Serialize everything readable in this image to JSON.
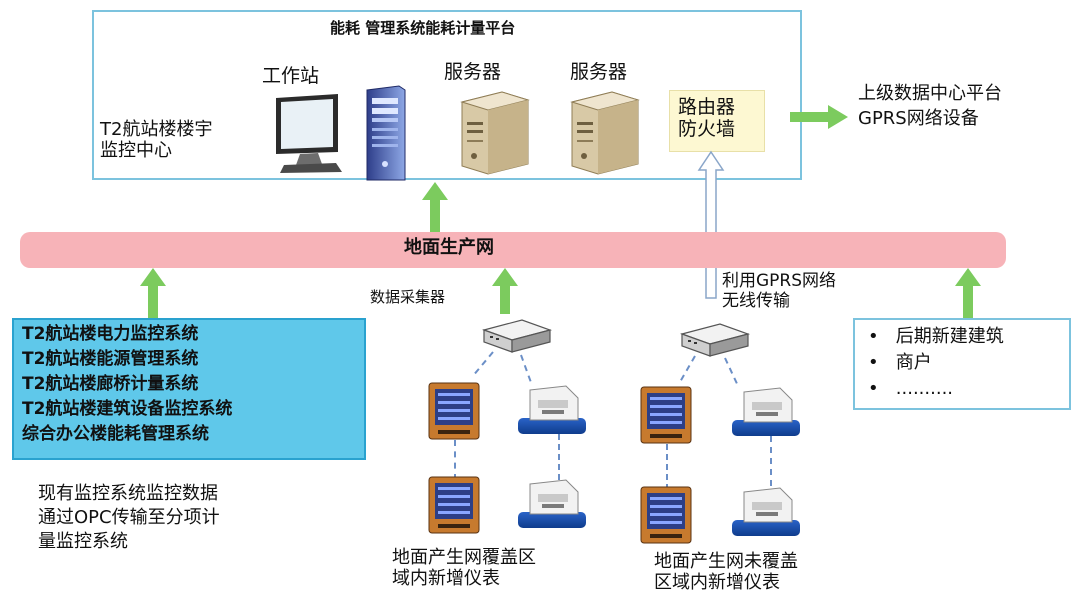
{
  "platform": {
    "title": "能耗 管理系统能耗计量平台",
    "workstation_label": "工作站",
    "server1_label": "服务器",
    "server2_label": "服务器",
    "router_line1": "路由器",
    "router_line2": "防火墙",
    "center_line1": "T2航站楼楼宇",
    "center_line2": "监控中心"
  },
  "upstream": {
    "line1": "上级数据中心平台",
    "line2": "GPRS网络设备"
  },
  "network": {
    "label": "地面生产网"
  },
  "collector": {
    "label": "数据采集器"
  },
  "gprs": {
    "line1": "利用GPRS网络",
    "line2": "无线传输"
  },
  "legacy_systems": {
    "items": [
      "T2航站楼电力监控系统",
      "T2航站楼能源管理系统",
      "T2航站楼廊桥计量系统",
      "T2航站楼建筑设备监控系统",
      "综合办公楼能耗管理系统"
    ],
    "note_line1": "现有监控系统监控数据",
    "note_line2": "通过OPC传输至分项计",
    "note_line3": "量监控系统"
  },
  "future": {
    "bullet": "•",
    "items": [
      "后期新建建筑",
      "商户",
      ".........."
    ]
  },
  "meters_covered": {
    "line1": "地面产生网覆盖区",
    "line2": "域内新增仪表"
  },
  "meters_uncovered": {
    "line1": "地面产生网未覆盖",
    "line2": "区域内新增仪表"
  },
  "colors": {
    "arrow": "#7ccb5e",
    "network_bar": "#f7b3b8",
    "legacy_box": "#5fc8ea",
    "platform_border": "#7cc3de",
    "router_bg": "#fdf8d2"
  }
}
